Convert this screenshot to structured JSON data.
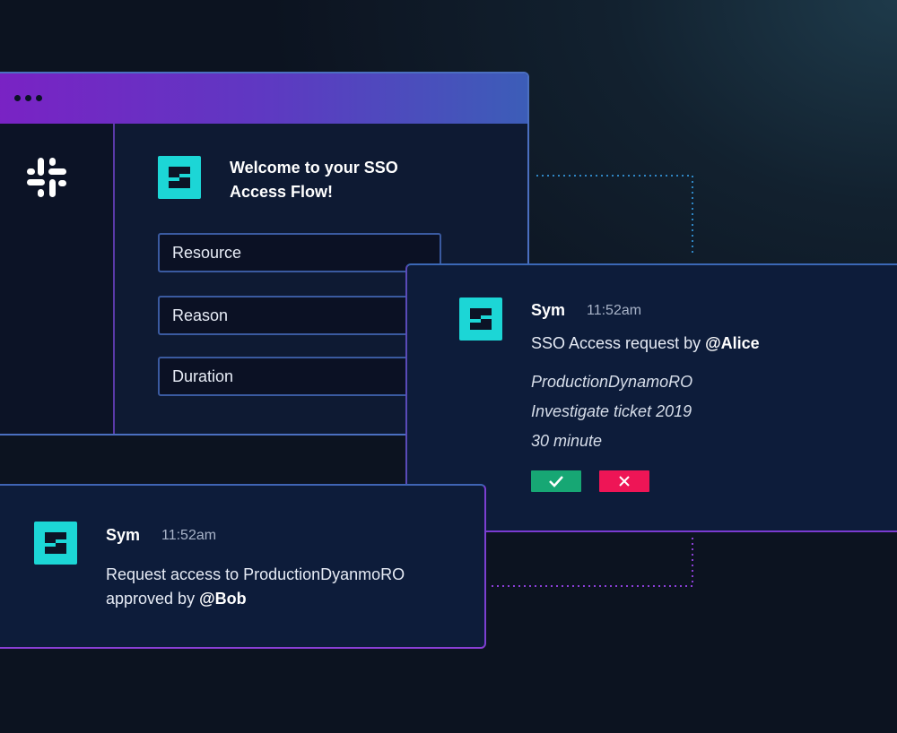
{
  "window": {
    "sidebar_icon": "slack-icon",
    "welcome_title": "Welcome to your SSO Access Flow!",
    "fields": [
      {
        "label": "Resource"
      },
      {
        "label": "Reason"
      },
      {
        "label": "Duration"
      }
    ]
  },
  "request_card": {
    "sender": "Sym",
    "time": "11:52am",
    "message_prefix": "SSO Access request by ",
    "message_user": "@Alice",
    "resource": "ProductionDynamoRO",
    "reason": "Investigate ticket 2019",
    "duration": "30 minute",
    "approve_icon": "check-icon",
    "deny_icon": "x-icon"
  },
  "approved_card": {
    "sender": "Sym",
    "time": "11:52am",
    "message_line1": "Request access to ProductionDyanmoRO",
    "message_prefix": "approved by ",
    "message_user": "@Bob"
  },
  "colors": {
    "accent_cyan": "#1cd6d6",
    "approve_green": "#17a774",
    "deny_red": "#ee1556",
    "titlebar_purple": "#7a22c4"
  }
}
